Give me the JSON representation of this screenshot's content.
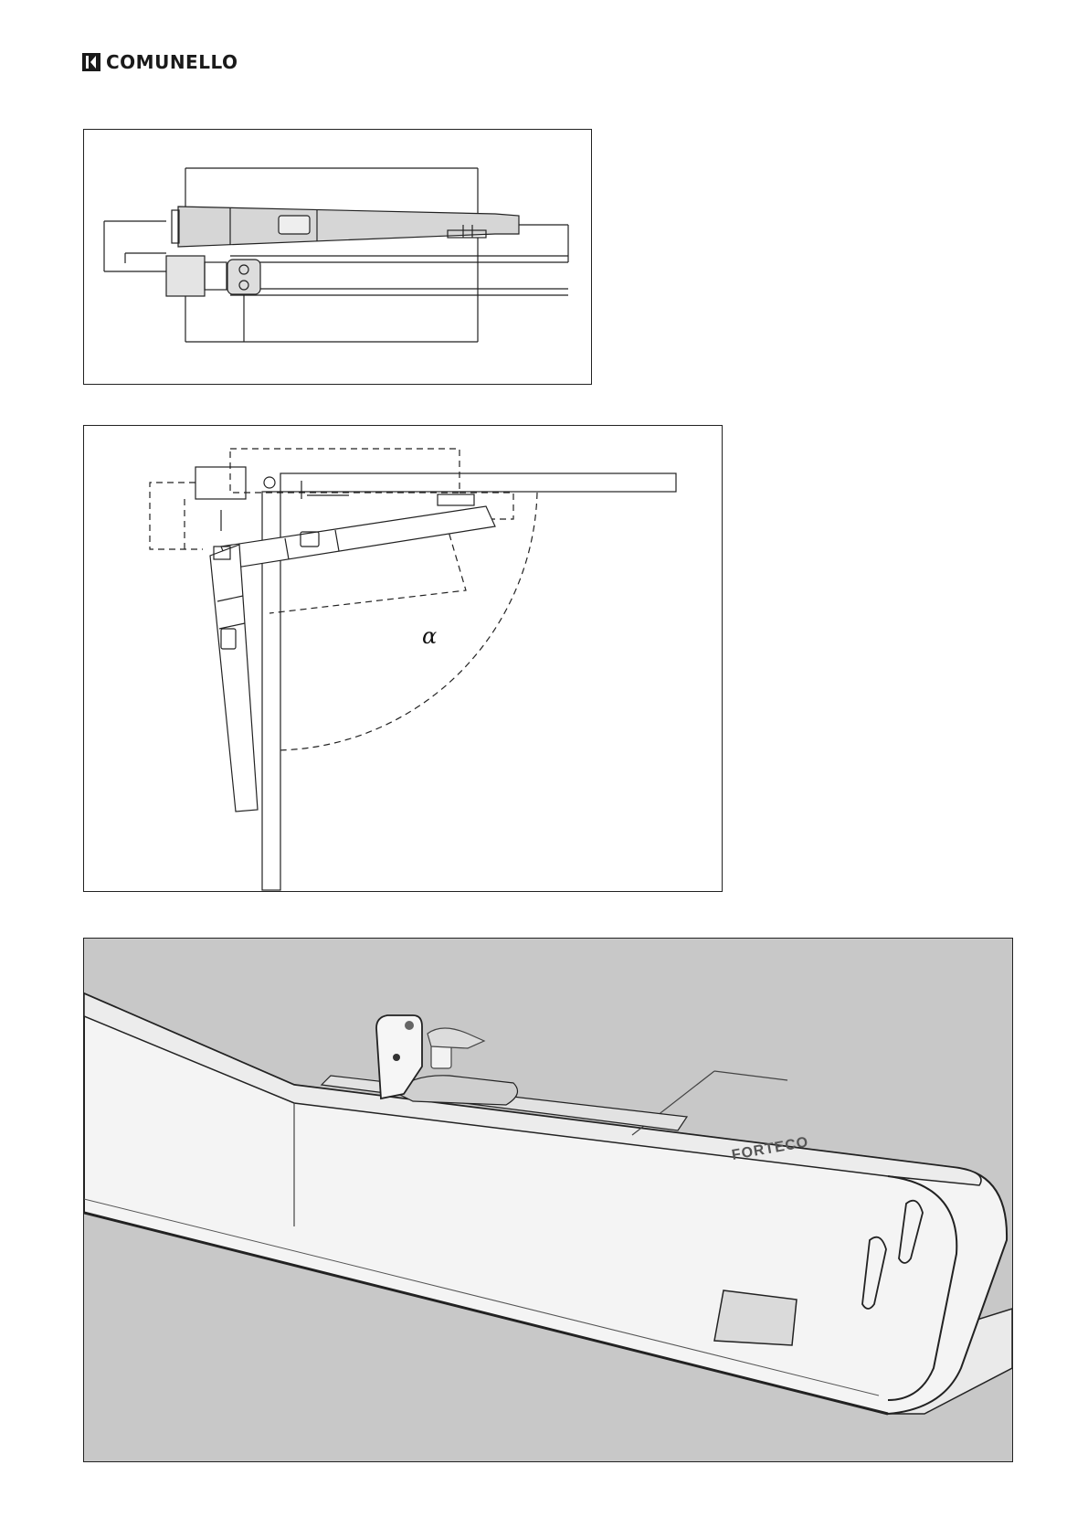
{
  "header": {
    "brand_name": "COMUNELLO"
  },
  "figures": {
    "opening_angle_symbol": "α",
    "actuator_label": "FORTECO"
  },
  "colors": {
    "ink": "#1a1a1a",
    "photo_background": "#c8c8c8",
    "body_fill": "#f2f2f2"
  }
}
